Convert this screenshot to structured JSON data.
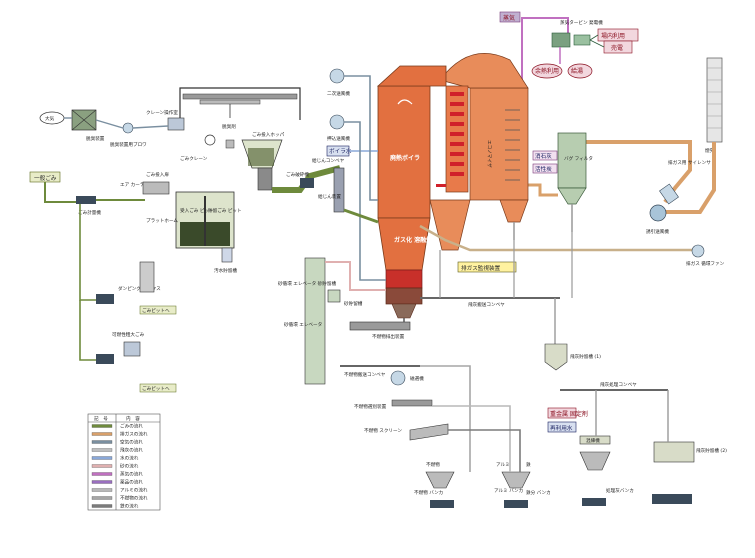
{
  "labels": {
    "atmosphere": "大気",
    "deodorizer": "脱臭装置",
    "deodorizer_blower": "脱臭装置用ブロワ",
    "crane_room": "クレーン操作室",
    "garbage_crane": "ごみクレーン",
    "deodorant": "脱臭剤",
    "hopper": "ごみ投入ホッパ",
    "general_waste": "一般ごみ",
    "scale": "ごみ計量機",
    "air_curtain": "エア カーテン",
    "platform": "プラットホーム",
    "door": "ごみ投入扉",
    "pit": "受入ごみ ピット",
    "pit2": "貯留ごみ ピット",
    "pit_water": "汚水貯留槽",
    "dumping_box": "ダンピング ボックス",
    "recycle1": "ごみピットへ",
    "large_waste": "可燃性粗大ごみ",
    "recycle2": "ごみピットへ",
    "secondary_blower": "二次送風機",
    "primary_blower": "押込送風機",
    "conveyor": "給じんコンベヤ",
    "crusher": "ごみ破砕機",
    "feeder": "給じん装置",
    "melter_boiler": "廃熱ボイラ",
    "gasifier": "ガス化 溶融炉",
    "sand_elevator": "砂循環 エレベータ 砂貯留槽",
    "sand_tank": "砂貯留槽",
    "sand_elevator2": "砂循環 エレベータ",
    "incombustible_tank": "不燃物排出装置",
    "incombustible_conveyor": "不燃物搬送コンベヤ",
    "magnetic": "磁選機",
    "sorting": "不燃物選別装置",
    "screen": "不燃物 スクリーン",
    "incombustible_bunker": "不燃物 バンカ",
    "aluminum_bunker": "アルミ バンカ",
    "iron_bunker": "鉄分 バンカ",
    "iron": "鉄",
    "aluminum": "アルミ",
    "incombustible": "不燃物",
    "slag_conveyor": "飛灰処理コンベヤ",
    "fly_ash_tank1": "飛灰貯留槽 (1)",
    "fly_ash_conveyor": "飛灰処理コンベヤ",
    "fly_ash_tank2": "飛灰貯留槽 (2)",
    "kneader": "混練機",
    "chemical": "重金属 固定剤",
    "water": "再利用水",
    "treated_bunker": "処理灰バンカ",
    "economizer": "エコノマイザ",
    "bag_filter": "バグ フィルタ",
    "slaked_lime": "消石灰",
    "activated_carbon": "活性炭",
    "induced_fan": "誘引送風機",
    "silencer": "排ガス用 サイレンサ",
    "stack": "煙突",
    "exhaust_fan": "排ガス 循環ファン",
    "fly_ash_transfer": "飛灰搬送コンベヤ",
    "steam": "蒸気",
    "turbine": "蒸気タービン 発電機",
    "internal": "場内利用",
    "sale": "売電",
    "waste_heat": "余熱利用",
    "hot_water": "給湯",
    "boiler_water": "ボイラ水",
    "monitor": "排ガス監視装置"
  },
  "legend": {
    "header_code": "記　号",
    "header_content": "内　容",
    "items": [
      {
        "label": "ごみの流れ",
        "color": "#6e8a3c"
      },
      {
        "label": "排ガスの流れ",
        "color": "#d9a06a"
      },
      {
        "label": "空気の流れ",
        "color": "#7a8fa0"
      },
      {
        "label": "飛灰の流れ",
        "color": "#bfbfbf"
      },
      {
        "label": "水の流れ",
        "color": "#8aa8d8"
      },
      {
        "label": "砂の流れ",
        "color": "#e0b0b0"
      },
      {
        "label": "蒸気の流れ",
        "color": "#c070c0"
      },
      {
        "label": "薬品の流れ",
        "color": "#9a6fc0"
      },
      {
        "label": "アルミの流れ",
        "color": "#b8b8b8"
      },
      {
        "label": "不燃物の流れ",
        "color": "#a6a6a6"
      },
      {
        "label": "鉄の流れ",
        "color": "#7b7b7b"
      }
    ]
  }
}
